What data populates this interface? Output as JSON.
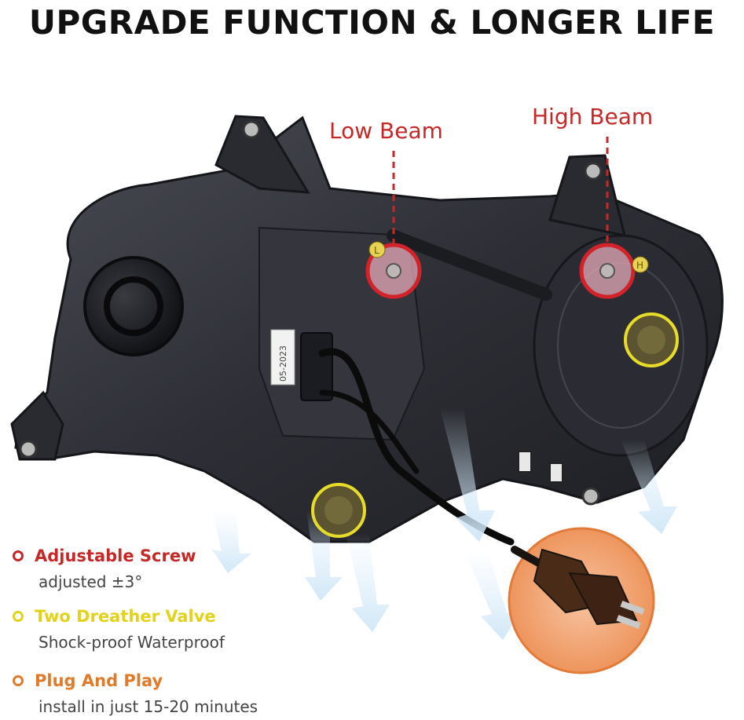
{
  "headline": "UPGRADE FUNCTION & LONGER LIFE",
  "callouts": {
    "low_beam": "Low Beam",
    "high_beam": "High Beam"
  },
  "product": {
    "date_stamp": "05-2023",
    "bulb_markers": {
      "low": "L",
      "high": "H"
    }
  },
  "legend": [
    {
      "title": "Adjustable Screw",
      "desc": "adjusted ±3°",
      "color": "#c62828"
    },
    {
      "title": "Two Dreather Valve",
      "desc": "Shock-proof Waterproof",
      "color": "#e3d21a"
    },
    {
      "title": "Plug And Play",
      "desc": "install in just 15-20 minutes",
      "color": "#e07b2a"
    }
  ],
  "colors": {
    "housing": "#2e2f36",
    "adjust_ring": "#d2232a",
    "valve_ring": "#e8dc2a",
    "plug_circle": "#f4a878"
  }
}
